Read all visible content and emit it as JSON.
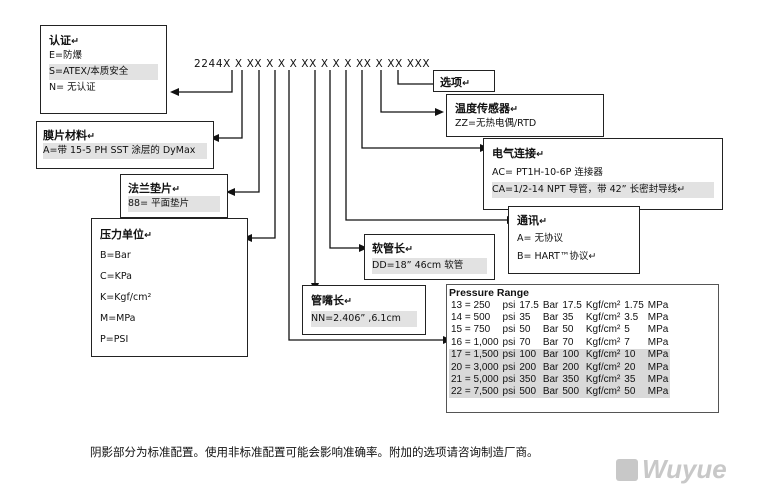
{
  "model_code": "2244X X  XX X X X XX X X X XX X XX XXX",
  "pm": "↵",
  "cert": {
    "title": "认证",
    "items": [
      "E=防爆",
      "S=ATEX/本质安全",
      "N= 无认证"
    ]
  },
  "diaphragm": {
    "title": "膜片材料",
    "items": [
      "A=带 15-5 PH SST 涂层的 DyMax"
    ]
  },
  "flange": {
    "title": "法兰垫片",
    "items": [
      "88= 平面垫片"
    ]
  },
  "units": {
    "title": "压力单位",
    "items": [
      "B=Bar",
      "C=KPa",
      "K=Kgf/cm²",
      "M=MPa",
      "P=PSI"
    ]
  },
  "options": {
    "title": "选项"
  },
  "temp": {
    "title": "温度传感器",
    "items": [
      "ZZ=无热电偶/RTD"
    ]
  },
  "elec": {
    "title": "电气连接",
    "items": [
      "AC= PT1H-10-6P 连接器",
      "CA=1/2-14 NPT 导管，带 42” 长密封导线"
    ]
  },
  "comm": {
    "title": "通讯",
    "items": [
      "A= 无协议",
      "B= HART™协议"
    ]
  },
  "hose": {
    "title": "软管长",
    "items": [
      "DD=18” 46cm 软管"
    ]
  },
  "nozzle": {
    "title": "管嘴长",
    "items": [
      "NN=2.406” ,6.1cm"
    ]
  },
  "pressure_range": {
    "title": "Pressure Range",
    "rows": [
      {
        "code": "13 = 250",
        "psi_u": "psi",
        "bar": "17.5",
        "bar_u": "Bar",
        "kgf": "17.5",
        "kgf_u": "Kgf/cm²",
        "mpa": "1.75",
        "mpa_u": "MPa",
        "std": false
      },
      {
        "code": "14 = 500",
        "psi_u": "psi",
        "bar": "35",
        "bar_u": "Bar",
        "kgf": "35",
        "kgf_u": "Kgf/cm²",
        "mpa": "3.5",
        "mpa_u": "MPa",
        "std": false
      },
      {
        "code": "15 = 750",
        "psi_u": "psi",
        "bar": "50",
        "bar_u": "Bar",
        "kgf": "50",
        "kgf_u": "Kgf/cm²",
        "mpa": "5",
        "mpa_u": "MPa",
        "std": false
      },
      {
        "code": "16 = 1,000",
        "psi_u": "psi",
        "bar": "70",
        "bar_u": "Bar",
        "kgf": "70",
        "kgf_u": "Kgf/cm²",
        "mpa": "7",
        "mpa_u": "MPa",
        "std": false
      },
      {
        "code": "17 = 1,500",
        "psi_u": "psi",
        "bar": "100",
        "bar_u": "Bar",
        "kgf": "100",
        "kgf_u": "Kgf/cm²",
        "mpa": "10",
        "mpa_u": "MPa",
        "std": true
      },
      {
        "code": "20 = 3,000",
        "psi_u": "psi",
        "bar": "200",
        "bar_u": "Bar",
        "kgf": "200",
        "kgf_u": "Kgf/cm²",
        "mpa": "20",
        "mpa_u": "MPa",
        "std": true
      },
      {
        "code": "21 = 5,000",
        "psi_u": "psi",
        "bar": "350",
        "bar_u": "Bar",
        "kgf": "350",
        "kgf_u": "Kgf/cm²",
        "mpa": "35",
        "mpa_u": "MPa",
        "std": true
      },
      {
        "code": "22 = 7,500",
        "psi_u": "psi",
        "bar": "500",
        "bar_u": "Bar",
        "kgf": "500",
        "kgf_u": "Kgf/cm²",
        "mpa": "50",
        "mpa_u": "MPa",
        "std": true
      }
    ]
  },
  "footer": "阴影部分为标准配置。使用非标准配置可能会影响准确率。附加的选项请咨询制造厂商。",
  "watermark": "Wuyue"
}
